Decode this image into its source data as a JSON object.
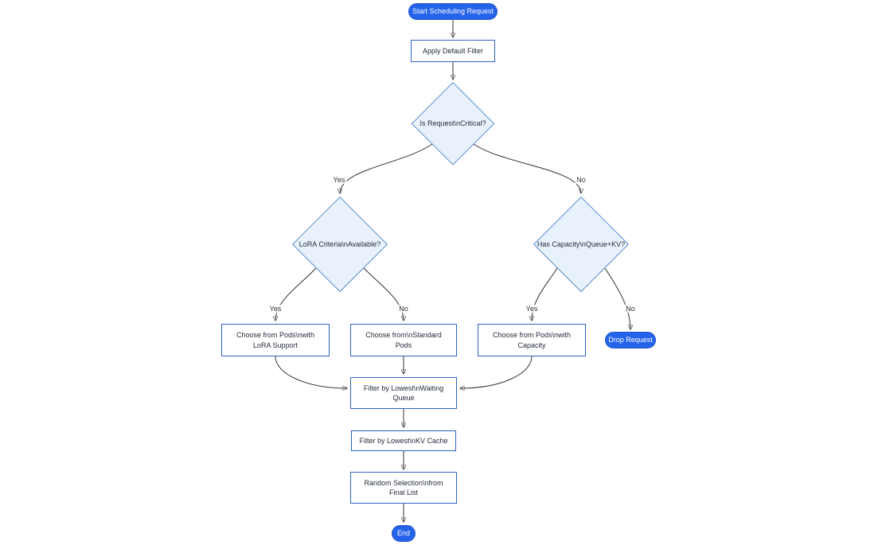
{
  "diagram": {
    "type": "flowchart",
    "direction": "top-down",
    "nodes": {
      "start": {
        "label": "Start Scheduling Request",
        "shape": "stadium"
      },
      "apply_filter": {
        "label": "Apply Default Filter",
        "shape": "rect"
      },
      "is_critical": {
        "label": "Is Request\\nCritical?",
        "shape": "diamond"
      },
      "lora_criteria": {
        "label": "LoRA Criteria\\nAvailable?",
        "shape": "diamond"
      },
      "has_capacity": {
        "label": "Has Capacity\\nQueue+KV?",
        "shape": "diamond"
      },
      "choose_lora": {
        "label": "Choose from Pods\\nwith LoRA Support",
        "shape": "rect"
      },
      "choose_standard": {
        "label": "Choose from\\nStandard Pods",
        "shape": "rect"
      },
      "choose_capacity": {
        "label": "Choose from Pods\\nwith Capacity",
        "shape": "rect"
      },
      "drop_request": {
        "label": "Drop Request",
        "shape": "stadium"
      },
      "filter_queue": {
        "label": "Filter by Lowest\\nWaiting Queue",
        "shape": "rect"
      },
      "filter_kv": {
        "label": "Filter by Lowest\\nKV Cache",
        "shape": "rect"
      },
      "random_selection": {
        "label": "Random Selection\\nfrom Final List",
        "shape": "rect"
      },
      "end": {
        "label": "End",
        "shape": "stadium"
      }
    },
    "edges": [
      {
        "from": "start",
        "to": "apply_filter",
        "label": ""
      },
      {
        "from": "apply_filter",
        "to": "is_critical",
        "label": ""
      },
      {
        "from": "is_critical",
        "to": "lora_criteria",
        "label": "Yes"
      },
      {
        "from": "is_critical",
        "to": "has_capacity",
        "label": "No"
      },
      {
        "from": "lora_criteria",
        "to": "choose_lora",
        "label": "Yes"
      },
      {
        "from": "lora_criteria",
        "to": "choose_standard",
        "label": "No"
      },
      {
        "from": "has_capacity",
        "to": "choose_capacity",
        "label": "Yes"
      },
      {
        "from": "has_capacity",
        "to": "drop_request",
        "label": "No"
      },
      {
        "from": "choose_lora",
        "to": "filter_queue",
        "label": ""
      },
      {
        "from": "choose_standard",
        "to": "filter_queue",
        "label": ""
      },
      {
        "from": "choose_capacity",
        "to": "filter_queue",
        "label": ""
      },
      {
        "from": "filter_queue",
        "to": "filter_kv",
        "label": ""
      },
      {
        "from": "filter_kv",
        "to": "random_selection",
        "label": ""
      },
      {
        "from": "random_selection",
        "to": "end",
        "label": ""
      }
    ],
    "colors": {
      "primary_node_fill": "#2563eb",
      "primary_node_text": "#ffffff",
      "decision_fill": "#e9f2fc",
      "decision_border": "#5c8fce",
      "process_fill": "#ffffff",
      "process_border": "#2f62c4",
      "edge_color": "#333333",
      "text_color": "#1f2937",
      "background": "#ffffff"
    }
  }
}
